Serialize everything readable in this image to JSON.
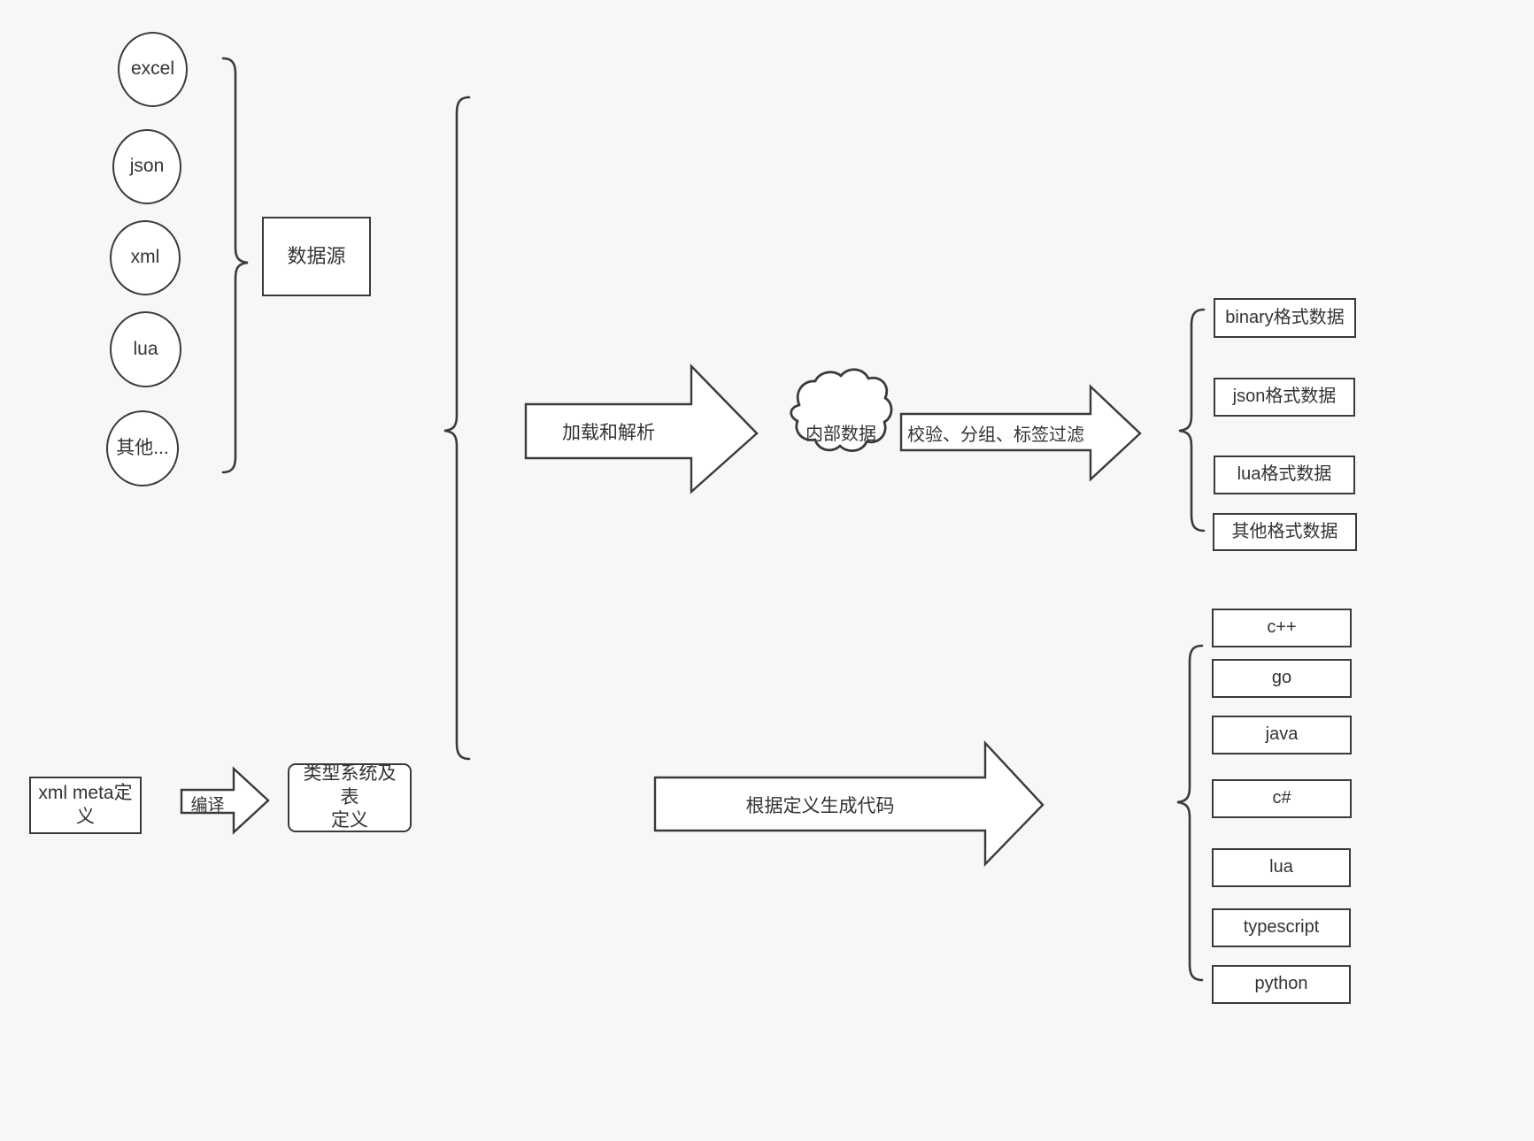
{
  "diagram": {
    "title": "",
    "background_color": "#f7f7f7",
    "stroke_color": "#3a3a3a",
    "fill_color": "#ffffff",
    "text_color": "#333333"
  },
  "sources": {
    "group_label": "数据源",
    "items": [
      {
        "label": "excel"
      },
      {
        "label": "json"
      },
      {
        "label": "xml"
      },
      {
        "label": "lua"
      },
      {
        "label": "其他..."
      }
    ]
  },
  "meta": {
    "input_label": "xml meta定义",
    "compile_arrow_label": "编译",
    "output_label": "类型系统及表\n定义"
  },
  "pipeline": {
    "load_arrow_label": "加载和解析",
    "cloud_label": "内部数据",
    "filter_arrow_label": "校验、分组、标签过滤",
    "codegen_arrow_label": "根据定义生成代码"
  },
  "outputs": {
    "data_formats": [
      {
        "label": "binary格式数据"
      },
      {
        "label": "json格式数据"
      },
      {
        "label": "lua格式数据"
      },
      {
        "label": "其他格式数据"
      }
    ],
    "languages": [
      {
        "label": "c++"
      },
      {
        "label": "go"
      },
      {
        "label": "java"
      },
      {
        "label": "c#"
      },
      {
        "label": "lua"
      },
      {
        "label": "typescript"
      },
      {
        "label": "python"
      }
    ]
  }
}
